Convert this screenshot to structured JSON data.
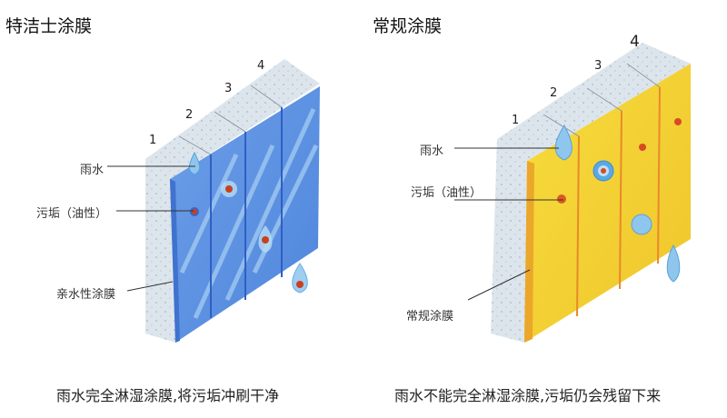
{
  "left": {
    "title": "特洁士涂膜",
    "numbers": [
      "1",
      "2",
      "3",
      "4"
    ],
    "labels": {
      "rain": "雨水",
      "dirt": "污垢（油性）",
      "coating": "亲水性涂膜"
    },
    "caption": "雨水完全淋湿涂膜,将污垢冲刷干净",
    "colors": {
      "face": "#5a8fe0",
      "top": "#dfe6ec",
      "divider": "#2f5fc4"
    }
  },
  "right": {
    "title": "常规涂膜",
    "numbers": [
      "1",
      "2",
      "3",
      "4"
    ],
    "labels": {
      "rain": "雨水",
      "dirt": "污垢（油性）",
      "coating": "常规涂膜"
    },
    "caption": "雨水不能完全淋湿涂膜,污垢仍会残留下来",
    "colors": {
      "face": "#f3d23a",
      "top": "#e2e6ea",
      "divider": "#e88a2a"
    }
  }
}
